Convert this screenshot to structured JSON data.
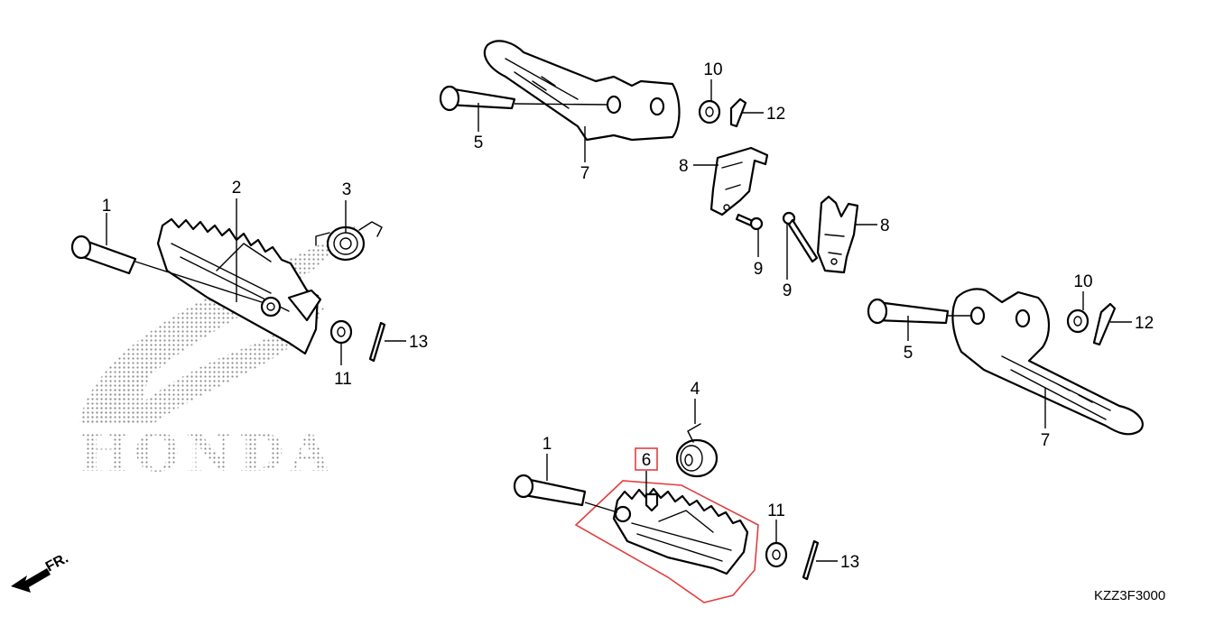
{
  "watermark": {
    "brand": "HONDA"
  },
  "direction": {
    "label": "FR."
  },
  "diagram_code": "KZZ3F3000",
  "colors": {
    "highlight": "#e0403f",
    "ink": "#000000",
    "dots": "#8c8c8c"
  },
  "callouts": [
    {
      "id": "c1a",
      "label": "1"
    },
    {
      "id": "c2",
      "label": "2"
    },
    {
      "id": "c3",
      "label": "3"
    },
    {
      "id": "c11a",
      "label": "11"
    },
    {
      "id": "c13a",
      "label": "13"
    },
    {
      "id": "c5a",
      "label": "5"
    },
    {
      "id": "c7a",
      "label": "7"
    },
    {
      "id": "c10a",
      "label": "10"
    },
    {
      "id": "c12a",
      "label": "12"
    },
    {
      "id": "c8a",
      "label": "8"
    },
    {
      "id": "c9a",
      "label": "9"
    },
    {
      "id": "c9b",
      "label": "9"
    },
    {
      "id": "c8b",
      "label": "8"
    },
    {
      "id": "c10b",
      "label": "10"
    },
    {
      "id": "c12b",
      "label": "12"
    },
    {
      "id": "c5b",
      "label": "5"
    },
    {
      "id": "c7b",
      "label": "7"
    },
    {
      "id": "c4",
      "label": "4"
    },
    {
      "id": "c1b",
      "label": "1"
    },
    {
      "id": "c6",
      "label": "6",
      "highlighted": true
    },
    {
      "id": "c11b",
      "label": "11"
    },
    {
      "id": "c13b",
      "label": "13"
    }
  ]
}
